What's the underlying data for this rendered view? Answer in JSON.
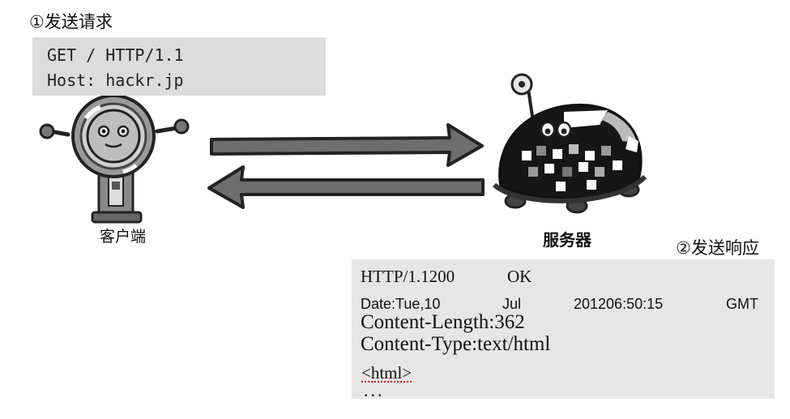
{
  "request": {
    "step_label": "①发送请求",
    "lines": [
      "GET / HTTP/1.1",
      "Host: hackr.jp"
    ]
  },
  "client": {
    "label": "客户端"
  },
  "server": {
    "label": "服务器"
  },
  "response": {
    "step_label": "②发送响应",
    "status_version": "HTTP/1.1200",
    "status_text": "OK",
    "date_parts": [
      "Date:Tue,10",
      "Jul",
      "201206:50:15",
      "GMT"
    ],
    "content_length": "Content-Length:362",
    "content_type": "Content-Type:text/html",
    "html_tag": "<html>",
    "ellipsis": "..."
  }
}
